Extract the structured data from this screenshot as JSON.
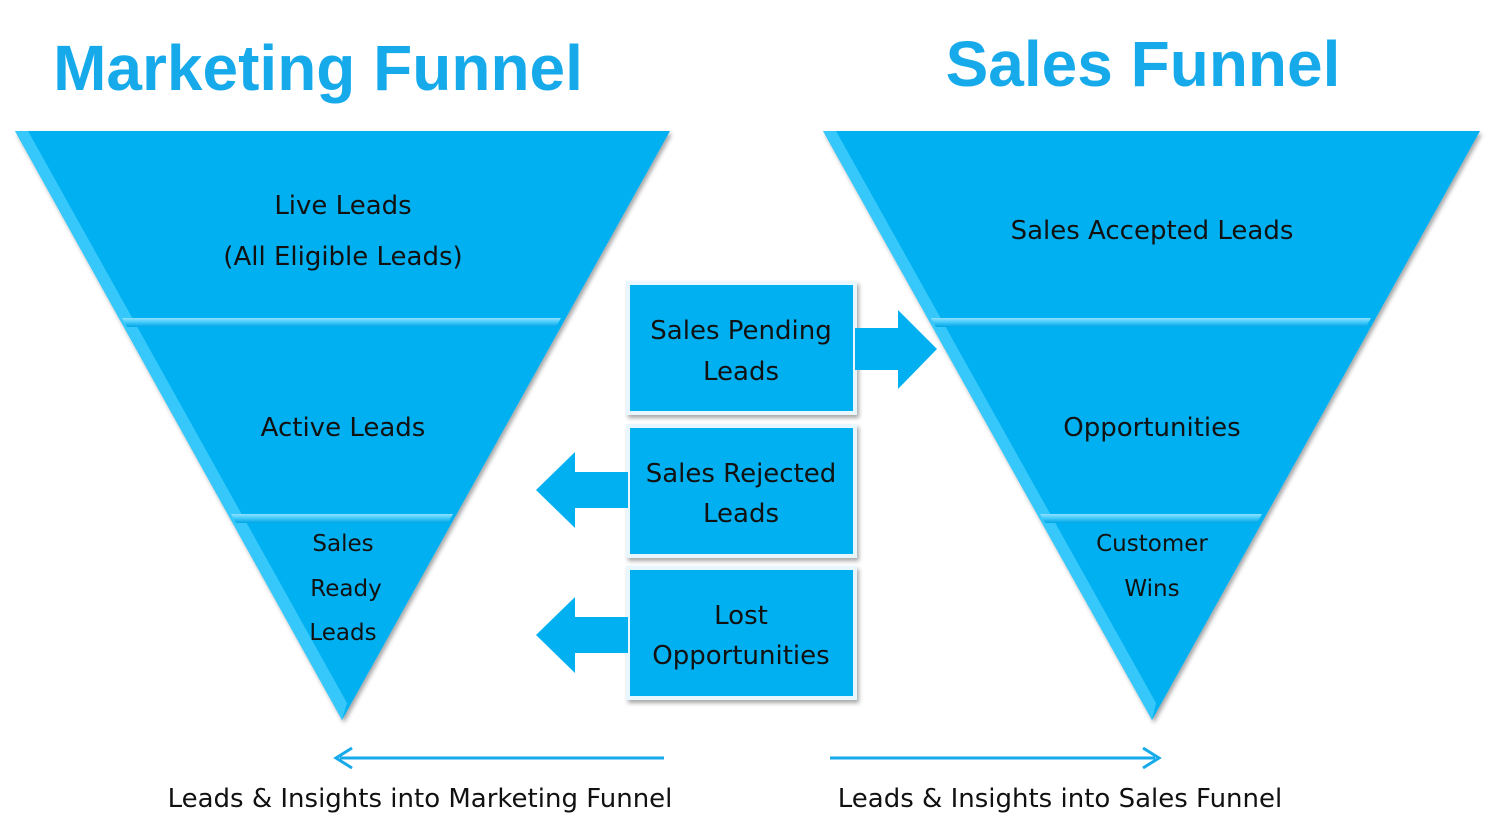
{
  "colors": {
    "accent": "#17aaeb",
    "funnel_fill": "#00b0f0",
    "box_fill": "#00b0f0",
    "text": "#111111",
    "title": "#17aaeb"
  },
  "marketing_funnel": {
    "title": "Marketing Funnel",
    "stages": {
      "top_line1": "Live Leads",
      "top_line2": "(All Eligible Leads)",
      "middle": "Active Leads",
      "bottom_line1": "Sales",
      "bottom_line2": "Ready",
      "bottom_line3": "Leads"
    }
  },
  "sales_funnel": {
    "title": "Sales Funnel",
    "stages": {
      "top": "Sales Accepted Leads",
      "middle": "Opportunities",
      "bottom_line1": "Customer",
      "bottom_line2": "Wins"
    }
  },
  "middle_boxes": {
    "pending": {
      "line1": "Sales Pending",
      "line2": "Leads",
      "arrow": "right-arrow-icon"
    },
    "rejected": {
      "line1": "Sales Rejected",
      "line2": "Leads",
      "arrow": "left-arrow-icon"
    },
    "lost": {
      "line1": "Lost",
      "line2": "Opportunities",
      "arrow": "left-arrow-icon"
    }
  },
  "captions": {
    "marketing": "Leads & Insights into Marketing Funnel",
    "sales": "Leads & Insights into Sales Funnel"
  }
}
